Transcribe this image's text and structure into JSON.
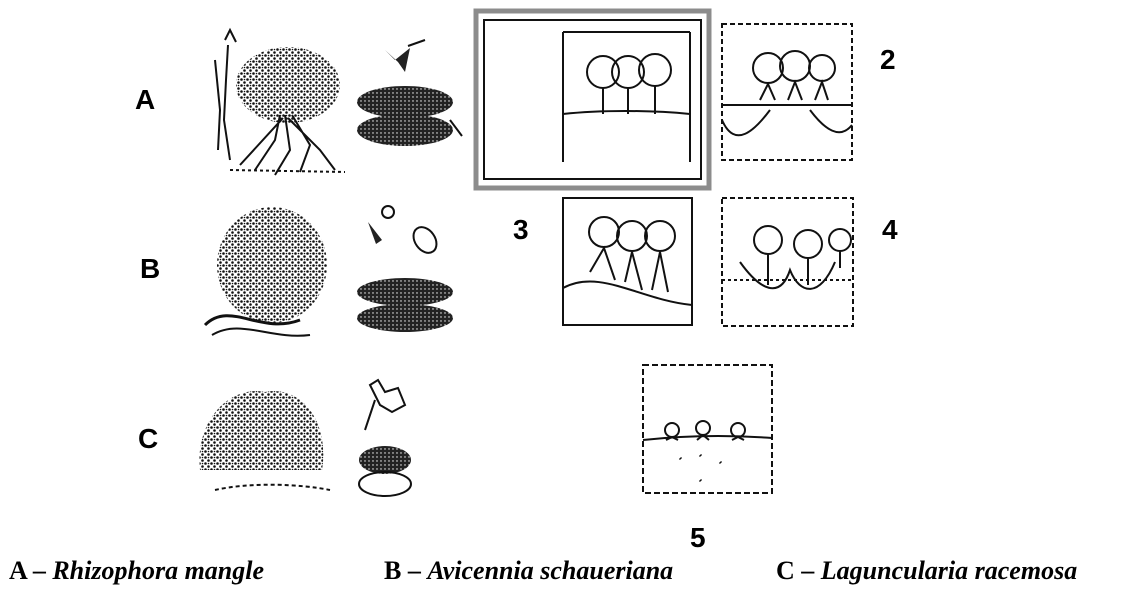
{
  "rows": [
    {
      "letter": "A"
    },
    {
      "letter": "B"
    },
    {
      "letter": "C"
    }
  ],
  "panel_numbers": [
    "2",
    "3",
    "4",
    "5"
  ],
  "captions": [
    {
      "letter": "A",
      "dash": " – ",
      "species": "Rhizophora mangle"
    },
    {
      "letter": "B",
      "dash": " – ",
      "species": "Avicennia schaueriana"
    },
    {
      "letter": "C",
      "dash": " – ",
      "species": "Laguncularia racemosa"
    }
  ],
  "colors": {
    "ink": "#000000",
    "frame": "#8c8c8c",
    "paper": "#ffffff"
  }
}
